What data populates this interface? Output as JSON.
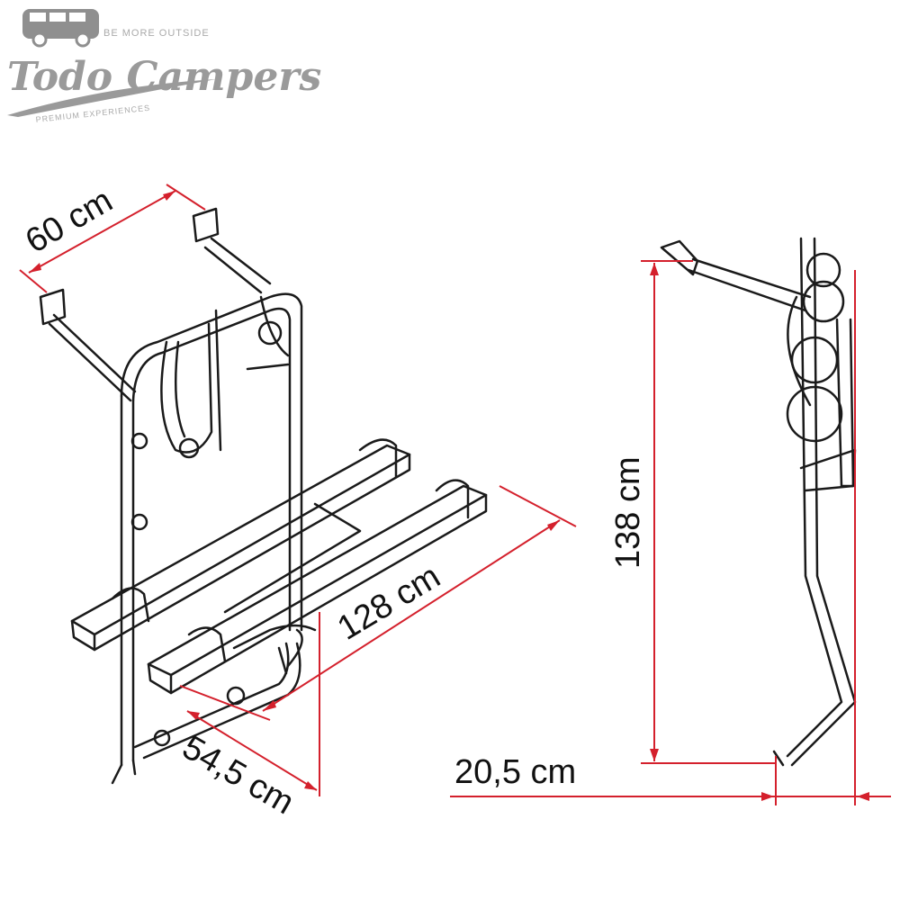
{
  "logo": {
    "tagline": "BE MORE OUTSIDE",
    "brand": "Todo Campers",
    "subtitle": "PREMIUM EXPERIENCES",
    "icon": "camper-van-icon"
  },
  "dimensions": {
    "width_top": "60 cm",
    "length_rails": "128 cm",
    "depth_bottom": "54,5 cm",
    "height": "138 cm",
    "side_offset": "20,5 cm"
  },
  "colors": {
    "dimension_line": "#d4202c",
    "drawing_line": "#1a1a1a",
    "logo": "#9a9a9a"
  }
}
